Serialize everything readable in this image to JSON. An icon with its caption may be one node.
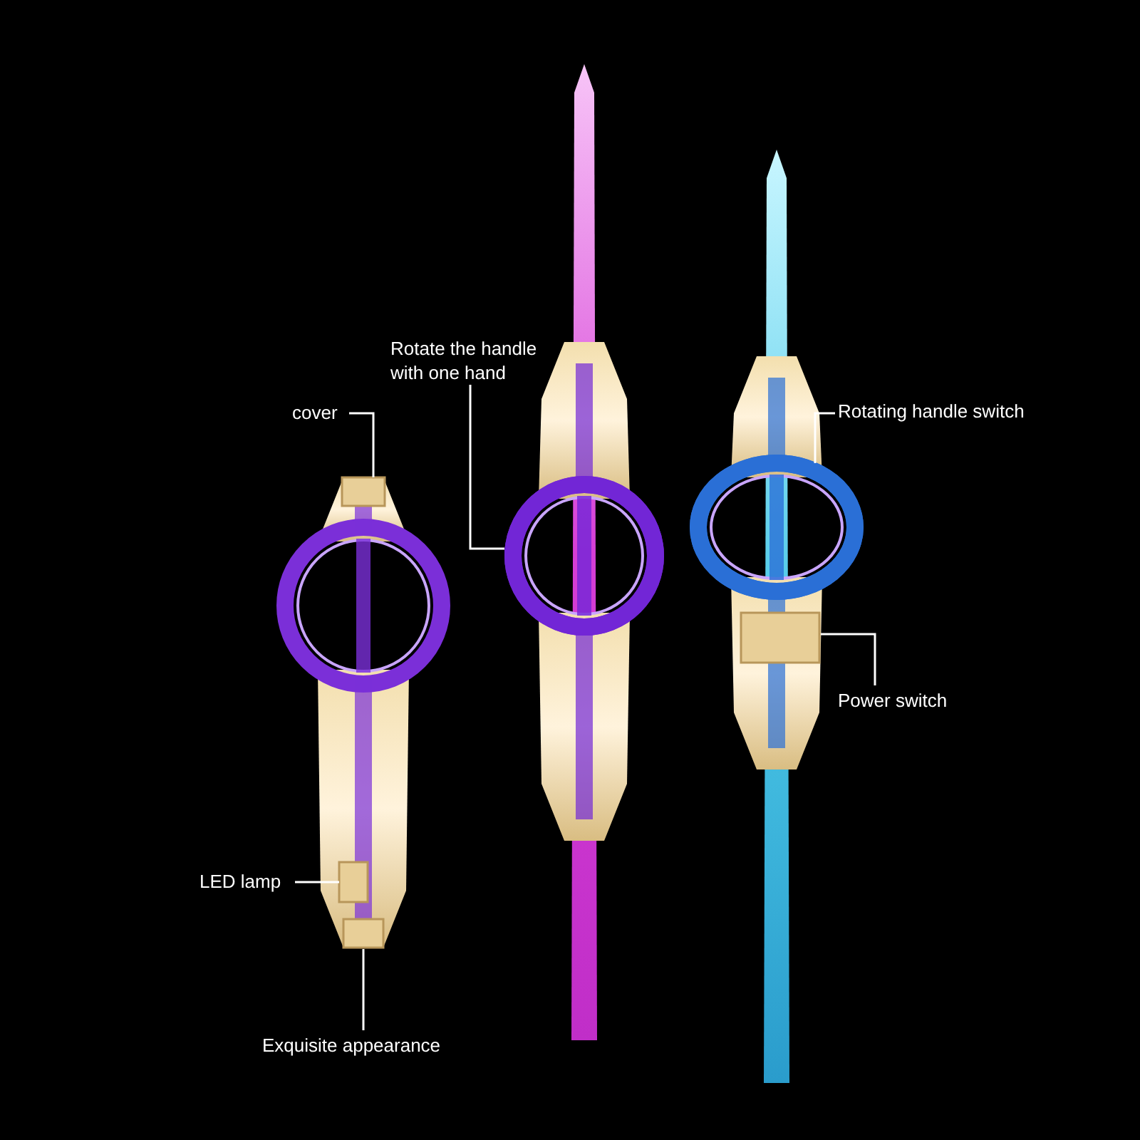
{
  "diagram": {
    "nodes": [
      {
        "text": [
          "Rotate the handle with one hand"
        ]
      },
      {
        "text": [
          "cover"
        ]
      },
      {
        "text": [
          "Rotating handle switch"
        ]
      },
      {
        "text": [
          "Power switch"
        ]
      },
      {
        "text": [
          "LED lamp"
        ]
      },
      {
        "text": [
          "Exquisite appearance"
        ]
      },
      {
        "text": [],
        "shape": "box"
      },
      {
        "text": [],
        "shape": "circle"
      },
      {
        "text": [],
        "shape": "circle"
      },
      {
        "text": [],
        "shape": "box"
      },
      {
        "text": [],
        "shape": "box"
      },
      {
        "text": [],
        "shape": "box"
      }
    ],
    "edges": [
      {
        "from": 0,
        "to": 7,
        "arrow": "none"
      },
      {
        "from": 1,
        "to": 6,
        "arrow": "none"
      },
      {
        "from": 2,
        "to": 8,
        "arrow": "none"
      },
      {
        "from": 3,
        "to": 9,
        "arrow": "none"
      },
      {
        "from": 4,
        "to": 10,
        "arrow": "none"
      },
      {
        "from": 5,
        "to": 11,
        "arrow": "none"
      }
    ]
  }
}
